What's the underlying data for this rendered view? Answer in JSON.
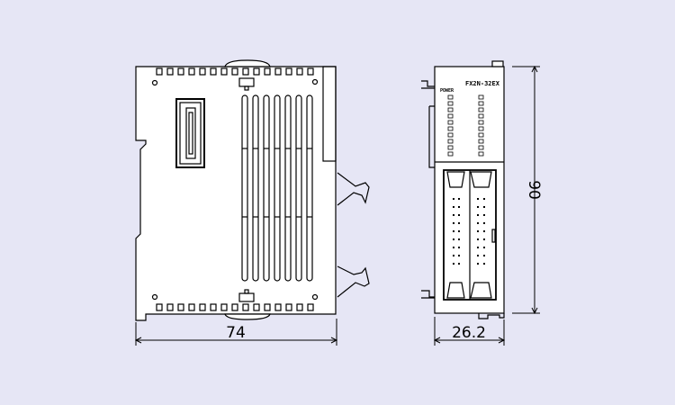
{
  "drawing": {
    "side_view": {
      "width_dimension": "74"
    },
    "front_view": {
      "model_label": "FX2N-32EX",
      "power_label": "POWER",
      "width_dimension": "26.2",
      "height_dimension": "90"
    },
    "colors": {
      "background": "#e6e6f5",
      "body": "#ffffff",
      "line": "#000000"
    }
  }
}
